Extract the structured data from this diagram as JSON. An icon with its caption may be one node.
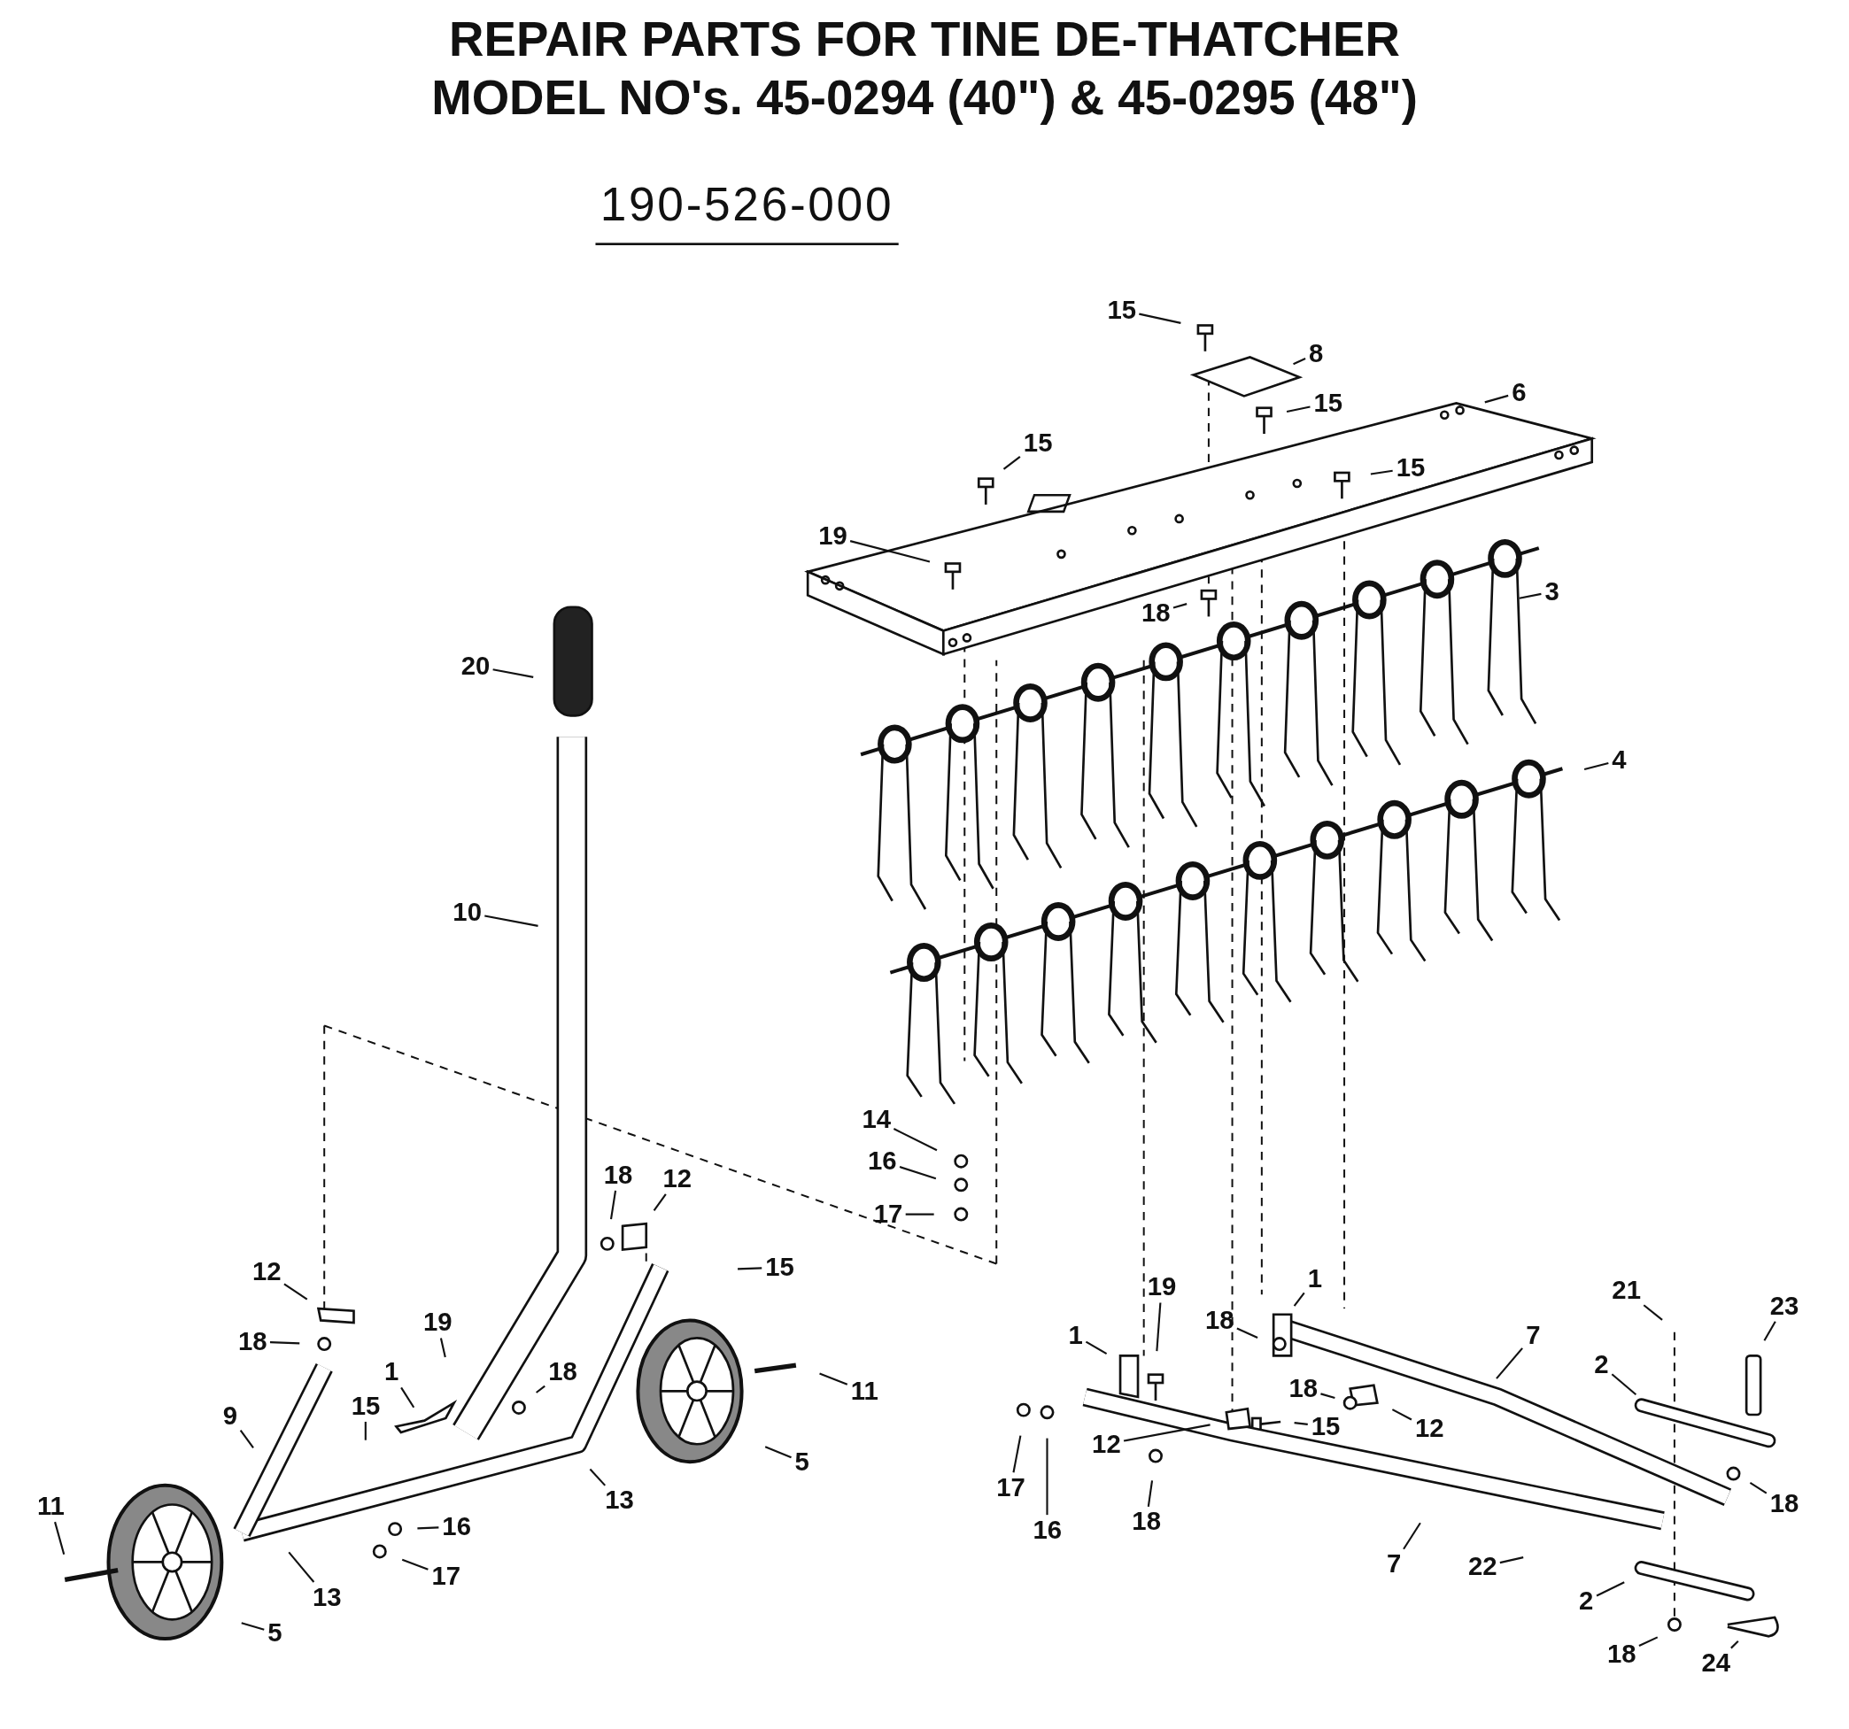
{
  "diagram": {
    "title": "REPAIR PARTS FOR TINE DE-THATCHER MODEL NO's. 45-0294 (40\") & 45-0295 (48\")",
    "nodes": [
      {
        "text": [
          "15"
        ]
      },
      {
        "text": [
          "8"
        ]
      },
      {
        "text": [
          "15"
        ]
      },
      {
        "text": [
          "6"
        ]
      },
      {
        "text": [
          "15"
        ]
      },
      {
        "text": [
          "15"
        ]
      },
      {
        "text": [
          "19"
        ]
      },
      {
        "text": [
          "18"
        ]
      },
      {
        "text": [
          "3"
        ]
      },
      {
        "text": [
          "20"
        ]
      },
      {
        "text": [
          "4"
        ]
      },
      {
        "text": [
          "10"
        ]
      },
      {
        "text": [
          "14"
        ]
      },
      {
        "text": [
          "16"
        ]
      },
      {
        "text": [
          "17"
        ]
      },
      {
        "text": [
          "18"
        ]
      },
      {
        "text": [
          "12"
        ]
      },
      {
        "text": [
          "15"
        ]
      },
      {
        "text": [
          "12"
        ]
      },
      {
        "text": [
          "19"
        ]
      },
      {
        "text": [
          "18"
        ]
      },
      {
        "text": [
          "1"
        ]
      },
      {
        "text": [
          "18"
        ]
      },
      {
        "text": [
          "11"
        ]
      },
      {
        "text": [
          "9"
        ]
      },
      {
        "text": [
          "15"
        ]
      },
      {
        "text": [
          "5"
        ]
      },
      {
        "text": [
          "13"
        ]
      },
      {
        "text": [
          "16"
        ]
      },
      {
        "text": [
          "17"
        ]
      },
      {
        "text": [
          "11"
        ]
      },
      {
        "text": [
          "13"
        ]
      },
      {
        "text": [
          "5"
        ]
      },
      {
        "text": [
          "19"
        ]
      },
      {
        "text": [
          "1"
        ]
      },
      {
        "text": [
          "1"
        ]
      },
      {
        "text": [
          "18"
        ]
      },
      {
        "text": [
          "7"
        ]
      },
      {
        "text": [
          "21"
        ]
      },
      {
        "text": [
          "23"
        ]
      },
      {
        "text": [
          "18"
        ]
      },
      {
        "text": [
          "12"
        ]
      },
      {
        "text": [
          "15"
        ]
      },
      {
        "text": [
          "12"
        ]
      },
      {
        "text": [
          "2"
        ]
      },
      {
        "text": [
          "17"
        ]
      },
      {
        "text": [
          "16"
        ]
      },
      {
        "text": [
          "18"
        ]
      },
      {
        "text": [
          "18"
        ]
      },
      {
        "text": [
          "7"
        ]
      },
      {
        "text": [
          "22"
        ]
      },
      {
        "text": [
          "2"
        ]
      },
      {
        "text": [
          "18"
        ]
      },
      {
        "text": [
          "24"
        ]
      }
    ],
    "edges": [
      {
        "from": 0,
        "to": null,
        "arrow": "none"
      },
      {
        "from": 1,
        "to": null,
        "arrow": "none"
      },
      {
        "from": 2,
        "to": null,
        "arrow": "none"
      },
      {
        "from": 3,
        "to": null,
        "arrow": "none"
      },
      {
        "from": 4,
        "to": null,
        "arrow": "none"
      },
      {
        "from": 5,
        "to": null,
        "arrow": "none"
      },
      {
        "from": 6,
        "to": null,
        "arrow": "none"
      },
      {
        "from": 7,
        "to": null,
        "arrow": "none"
      },
      {
        "from": 8,
        "to": null,
        "arrow": "none"
      },
      {
        "from": 9,
        "to": null,
        "arrow": "none"
      },
      {
        "from": 10,
        "to": null,
        "arrow": "none"
      },
      {
        "from": 11,
        "to": null,
        "arrow": "none"
      },
      {
        "from": 12,
        "to": null,
        "arrow": "none"
      },
      {
        "from": 13,
        "to": null,
        "arrow": "none"
      },
      {
        "from": 14,
        "to": null,
        "arrow": "none"
      },
      {
        "from": 15,
        "to": null,
        "arrow": "none"
      },
      {
        "from": 16,
        "to": null,
        "arrow": "none"
      },
      {
        "from": 17,
        "to": null,
        "arrow": "none"
      },
      {
        "from": 18,
        "to": null,
        "arrow": "none"
      },
      {
        "from": 19,
        "to": null,
        "arrow": "none"
      },
      {
        "from": 20,
        "to": null,
        "arrow": "none"
      },
      {
        "from": 21,
        "to": null,
        "arrow": "none"
      },
      {
        "from": 22,
        "to": null,
        "arrow": "none"
      },
      {
        "from": 23,
        "to": null,
        "arrow": "none"
      },
      {
        "from": 24,
        "to": null,
        "arrow": "none"
      },
      {
        "from": 25,
        "to": null,
        "arrow": "none"
      },
      {
        "from": 26,
        "to": null,
        "arrow": "none"
      },
      {
        "from": 27,
        "to": null,
        "arrow": "none"
      },
      {
        "from": 28,
        "to": null,
        "arrow": "none"
      },
      {
        "from": 29,
        "to": null,
        "arrow": "none"
      },
      {
        "from": 30,
        "to": null,
        "arrow": "none"
      },
      {
        "from": 31,
        "to": null,
        "arrow": "none"
      },
      {
        "from": 32,
        "to": null,
        "arrow": "none"
      },
      {
        "from": 33,
        "to": null,
        "arrow": "none"
      },
      {
        "from": 34,
        "to": null,
        "arrow": "none"
      },
      {
        "from": 35,
        "to": null,
        "arrow": "none"
      },
      {
        "from": 36,
        "to": null,
        "arrow": "none"
      },
      {
        "from": 37,
        "to": null,
        "arrow": "none"
      },
      {
        "from": 38,
        "to": null,
        "arrow": "none"
      },
      {
        "from": 39,
        "to": null,
        "arrow": "none"
      },
      {
        "from": 40,
        "to": null,
        "arrow": "none"
      },
      {
        "from": 41,
        "to": null,
        "arrow": "none"
      },
      {
        "from": 42,
        "to": null,
        "arrow": "none"
      },
      {
        "from": 43,
        "to": null,
        "arrow": "none"
      },
      {
        "from": 44,
        "to": null,
        "arrow": "none"
      },
      {
        "from": 45,
        "to": null,
        "arrow": "none"
      },
      {
        "from": 46,
        "to": null,
        "arrow": "none"
      },
      {
        "from": 47,
        "to": null,
        "arrow": "none"
      },
      {
        "from": 48,
        "to": null,
        "arrow": "none"
      },
      {
        "from": 49,
        "to": null,
        "arrow": "none"
      },
      {
        "from": 50,
        "to": null,
        "arrow": "none"
      },
      {
        "from": 51,
        "to": null,
        "arrow": "none"
      },
      {
        "from": 52,
        "to": null,
        "arrow": "none"
      },
      {
        "from": 53,
        "to": null,
        "arrow": "none"
      }
    ],
    "labels": [
      "190-526-000"
    ]
  }
}
